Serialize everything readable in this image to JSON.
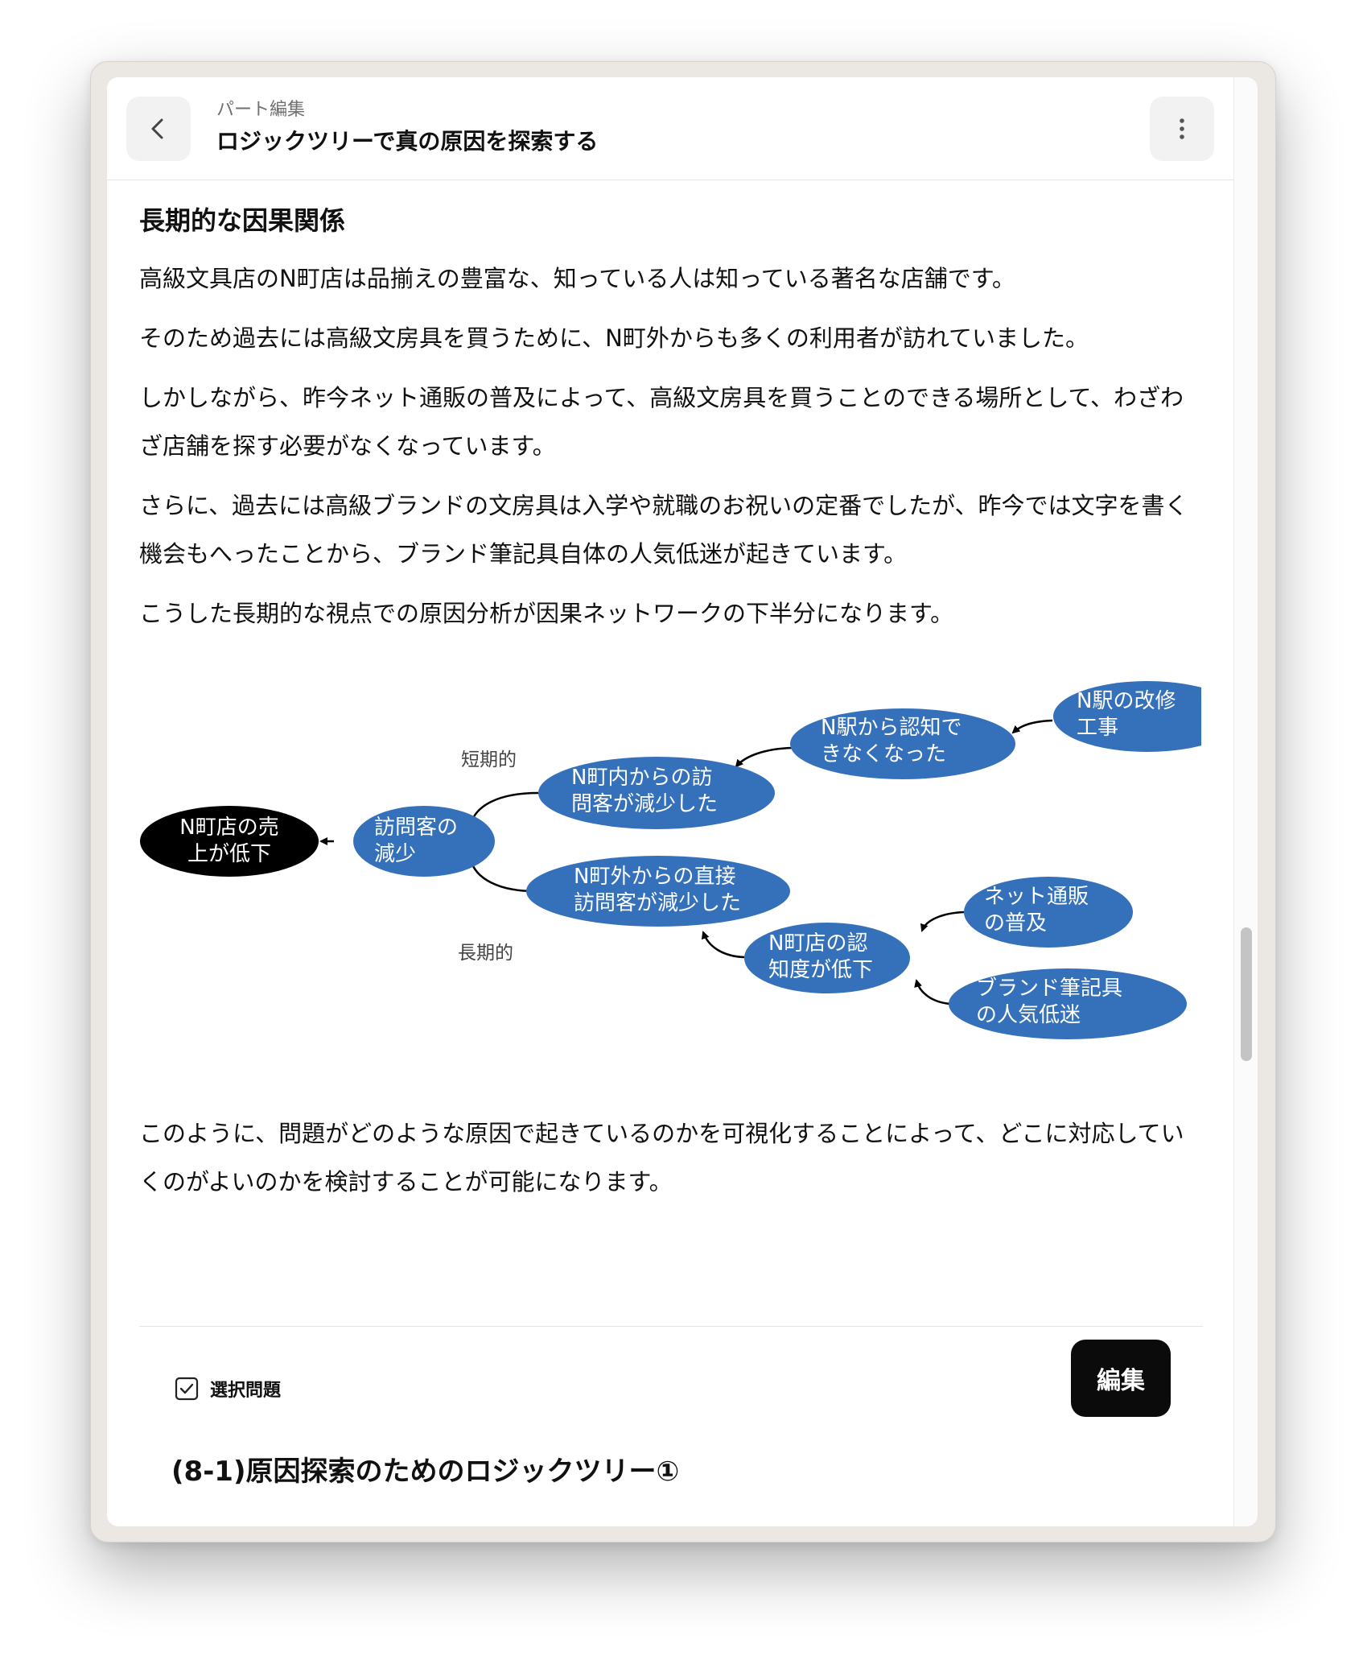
{
  "header": {
    "breadcrumb": "パート編集",
    "title": "ロジックツリーで真の原因を探索する"
  },
  "section": {
    "heading": "長期的な因果関係",
    "paragraphs": [
      "高級文具店のN町店は品揃えの豊富な、知っている人は知っている著名な店舗です。",
      "そのため過去には高級文房具を買うために、N町外からも多くの利用者が訪れていました。",
      "しかしながら、昨今ネット通販の普及によって、高級文房具を買うことのできる場所として、わざわざ店舗を探す必要がなくなっています。",
      "さらに、過去には高級ブランドの文房具は入学や就職のお祝いの定番でしたが、昨今では文字を書く機会もへったことから、ブランド筆記具自体の人気低迷が起きています。",
      "こうした長期的な視点での原因分析が因果ネットワークの下半分になります。"
    ],
    "closing": "このように、問題がどのような原因で起きているのかを可視化することによって、どこに対応していくのがよいのかを検討することが可能になります。"
  },
  "diagram": {
    "node_color": "#3571bb",
    "root_color": "#000000",
    "labels": {
      "short_term": "短期的",
      "long_term": "長期的"
    },
    "nodes": {
      "sales_down": [
        "N町店の売",
        "上が低下"
      ],
      "visitors_down": [
        "訪問客の",
        "減少"
      ],
      "in_town_down": [
        "N町内からの訪",
        "問客が減少した"
      ],
      "station_unseen": [
        "N駅から認知で",
        "きなくなった"
      ],
      "station_repair": [
        "N駅の改修",
        "工事"
      ],
      "out_town_down": [
        "N町外からの直接",
        "訪問客が減少した"
      ],
      "awareness_down": [
        "N町店の認",
        "知度が低下"
      ],
      "online_spread": [
        "ネット通販",
        "の普及"
      ],
      "brand_pen_slump": [
        "ブランド筆記具",
        "の人気低迷"
      ]
    }
  },
  "question": {
    "type_label": "選択問題",
    "edit_label": "編集",
    "title": "(8-1)原因探索のためのロジックツリー①"
  }
}
